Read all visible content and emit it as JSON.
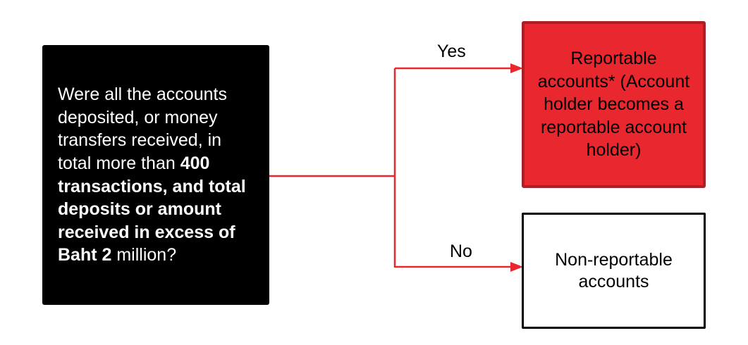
{
  "question": {
    "text_normal": "Were all the accounts deposited, or money transfers received, in total more than ",
    "text_bold": "400 transactions, and total deposits or amount received in excess of Baht 2",
    "text_end": " million?"
  },
  "branches": {
    "yes_label": "Yes",
    "no_label": "No"
  },
  "outcomes": {
    "reportable": "Reportable accounts* (Account holder becomes a reportable account holder)",
    "non_reportable": "Non-reportable accounts"
  },
  "colors": {
    "connector": "#e8272f",
    "reportable_fill": "#e8272f",
    "reportable_border": "#a62128",
    "question_fill": "#000000"
  }
}
